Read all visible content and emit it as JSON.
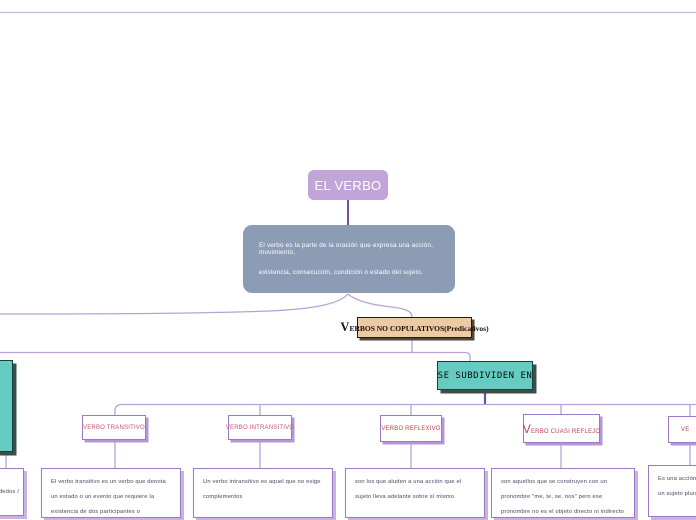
{
  "palette": {
    "root_fill": "#c2a5d8",
    "definition_fill": "#8c9cb4",
    "tan_fill": "#eccaa4",
    "teal_fill": "#66cbc0",
    "box_border_purple": "#9b79c7",
    "connector_light": "#b9a1da",
    "connector_dark": "#6f4ea6",
    "category_text": "#c05a6e"
  },
  "root": {
    "label": "EL VERBO"
  },
  "definition": {
    "lines": [
      "El verbo es la parte de la oración que expresa una acción, movimiento,",
      "existencia, consecución, condición o estado del sujeto."
    ]
  },
  "branch": {
    "label": "VERBOS NO COPULATIVOS(Predicativos)"
  },
  "subdivide": {
    "label": "SE SUBDIVIDEN EN"
  },
  "categories": [
    {
      "label": "VERBO TRANSITIVO",
      "description": "El verbo transitivo es un verbo que denota un estado o un evento que requiere la existencia de dos participantes o argumentos"
    },
    {
      "label": "VERBO INTRANSITIVO",
      "description": "Un verbo intransitivo es aquel que no exige complementos"
    },
    {
      "label": "VERBO REFLEXIVO",
      "description": "son los que aluden a una acción que el sujeto lleva adelante sobre sí mismo."
    },
    {
      "label": "VERBO CUASI REFLEJO",
      "description": "son aquellos que se construyen con un pronombre \"me, te, se, nos\" pero ese pronombre no es el objeto directo ni indirecto de la oración."
    }
  ],
  "cut_right": {
    "label_fragment": "VE",
    "description_lines": [
      "Es una acción mutua",
      "un sujeto plural."
    ]
  },
  "cut_left": {
    "description_fragment": "dedos /"
  }
}
